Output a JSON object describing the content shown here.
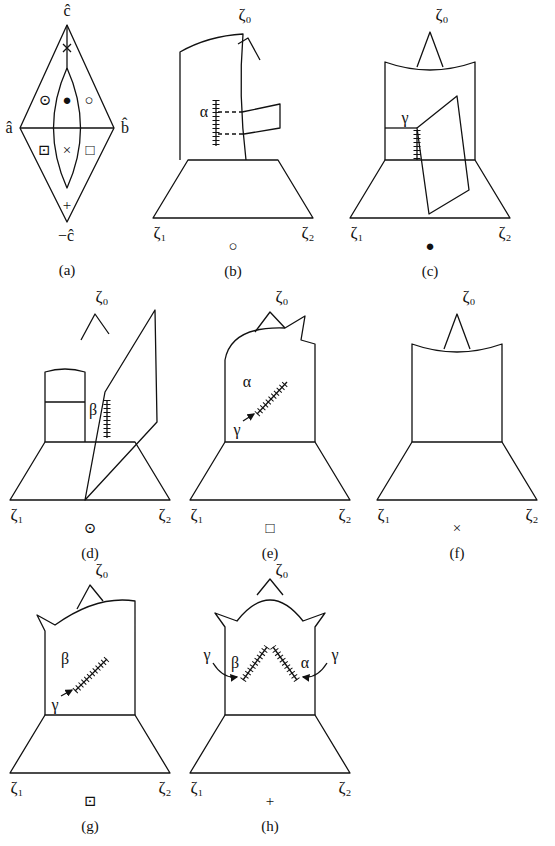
{
  "diagram": {
    "labels": [
      "ĉ",
      "â",
      "b̂",
      "−ĉ",
      "⊙",
      "●",
      "○",
      "⊡",
      "×",
      "□",
      "+",
      "(a)",
      "ζ₀",
      "ζ₁",
      "ζ₂",
      "α",
      "○",
      "(b)",
      "ζ₀",
      "ζ₁",
      "ζ₂",
      "γ",
      "●",
      "(c)",
      "ζ₀",
      "ζ₁",
      "ζ₂",
      "β",
      "⊙",
      "(d)",
      "ζ₀",
      "ζ₁",
      "ζ₂",
      "α",
      "γ",
      "□",
      "(e)",
      "ζ₀",
      "ζ₁",
      "ζ₂",
      "×",
      "(f)",
      "ζ₀",
      "ζ₁",
      "ζ₂",
      "β",
      "γ",
      "⊡",
      "(g)",
      "ζ₀",
      "ζ₁",
      "ζ₂",
      "γ",
      "β",
      "α",
      "γ",
      "+",
      "(h)"
    ]
  }
}
